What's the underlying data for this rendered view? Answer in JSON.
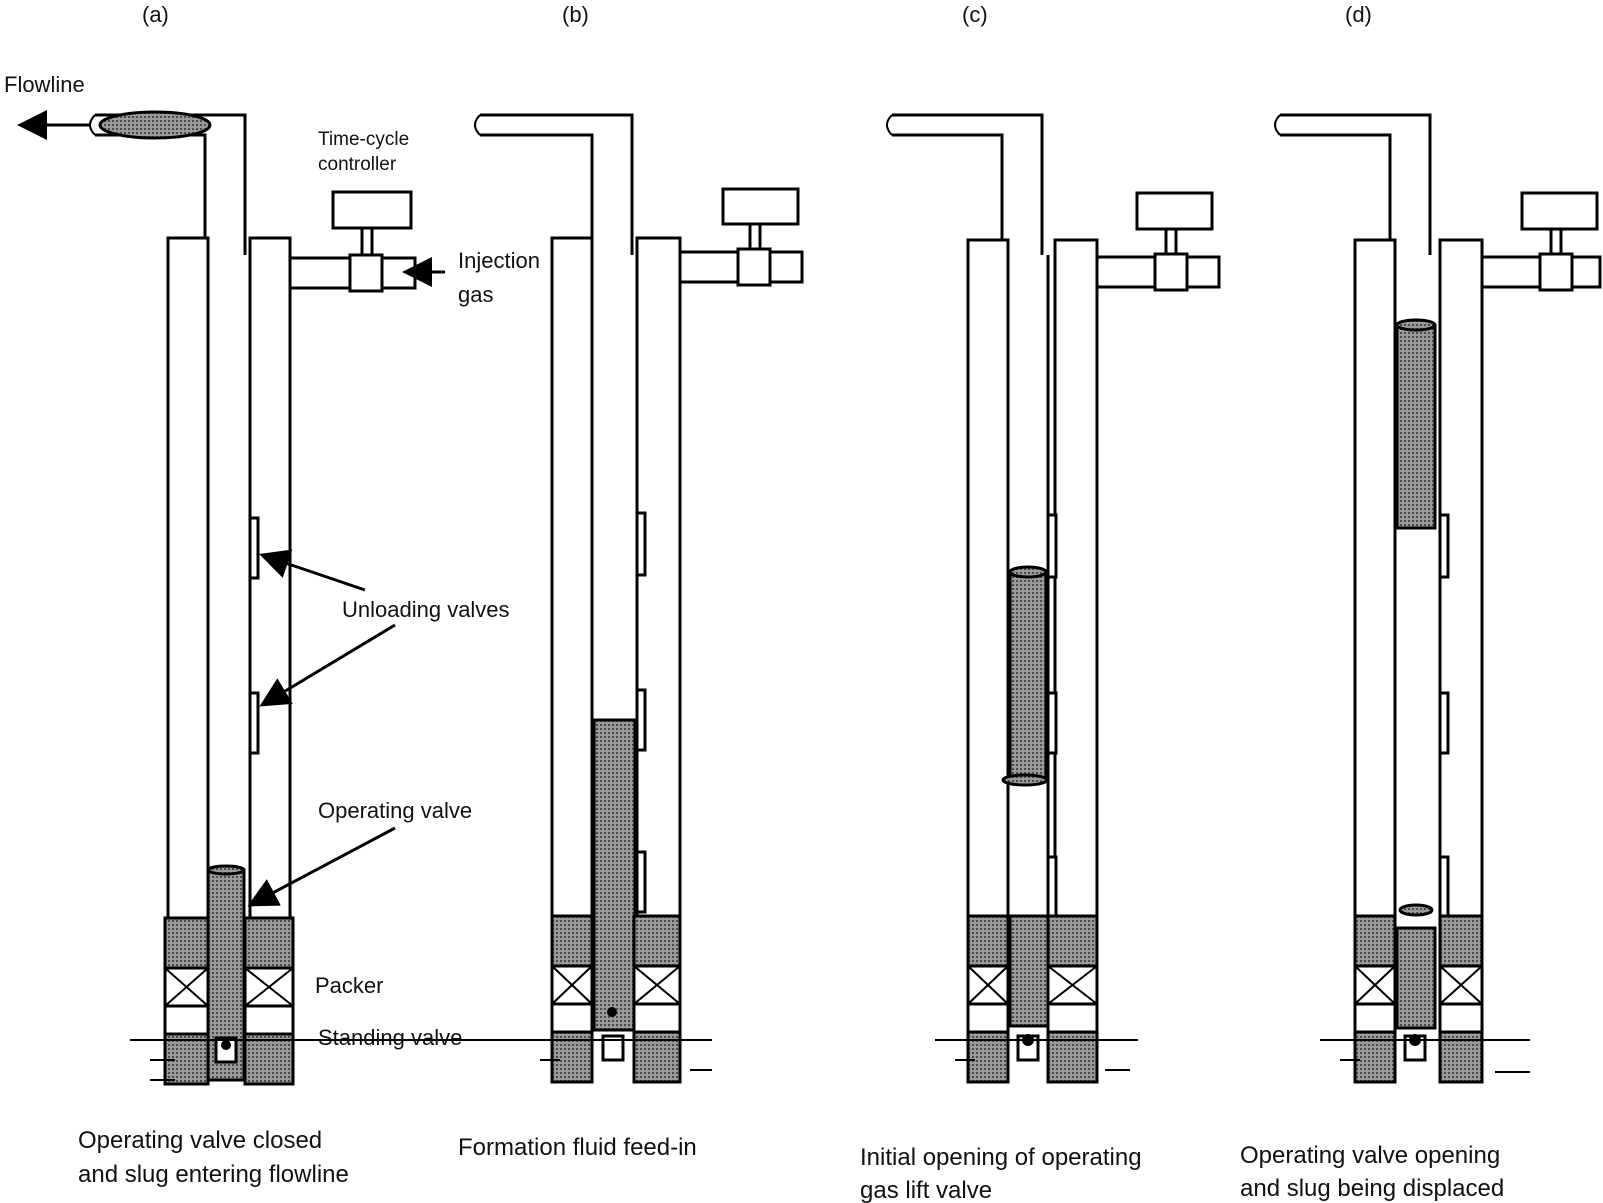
{
  "panels": [
    {
      "id": "a",
      "letter": "(a)",
      "caption": [
        "Operating valve closed",
        "and slug entering flowline"
      ]
    },
    {
      "id": "b",
      "letter": "(b)",
      "caption": [
        "Formation fluid feed-in"
      ]
    },
    {
      "id": "c",
      "letter": "(c)",
      "caption": [
        "Initial opening of operating",
        "gas lift valve"
      ]
    },
    {
      "id": "d",
      "letter": "(d)",
      "caption": [
        "Operating valve opening",
        "and slug being displaced"
      ]
    }
  ],
  "labels": {
    "flowline": "Flowline",
    "controller": [
      "Time-cycle",
      "controller"
    ],
    "injection_gas": [
      "Injection",
      "gas"
    ],
    "unloading_valves": "Unloading valves",
    "operating_valve": "Operating valve",
    "packer": "Packer",
    "standing_valve": "Standing valve"
  },
  "colors": {
    "line": "#000000",
    "fluid_fill": "#8a8a8a",
    "background": "#ffffff"
  }
}
